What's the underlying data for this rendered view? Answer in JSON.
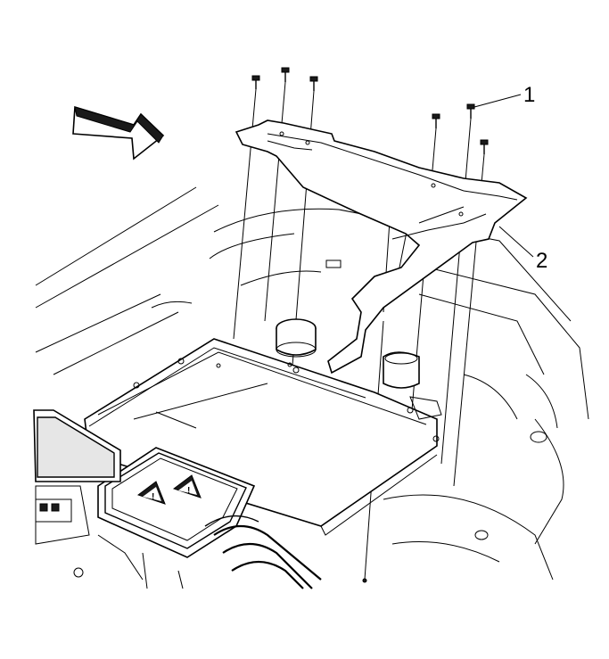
{
  "callouts": [
    {
      "id": "1",
      "label": "1"
    },
    {
      "id": "2",
      "label": "2"
    }
  ],
  "icons": {
    "direction_arrow": "front-direction-arrow-icon",
    "warning": "warning-triangle-icon"
  }
}
